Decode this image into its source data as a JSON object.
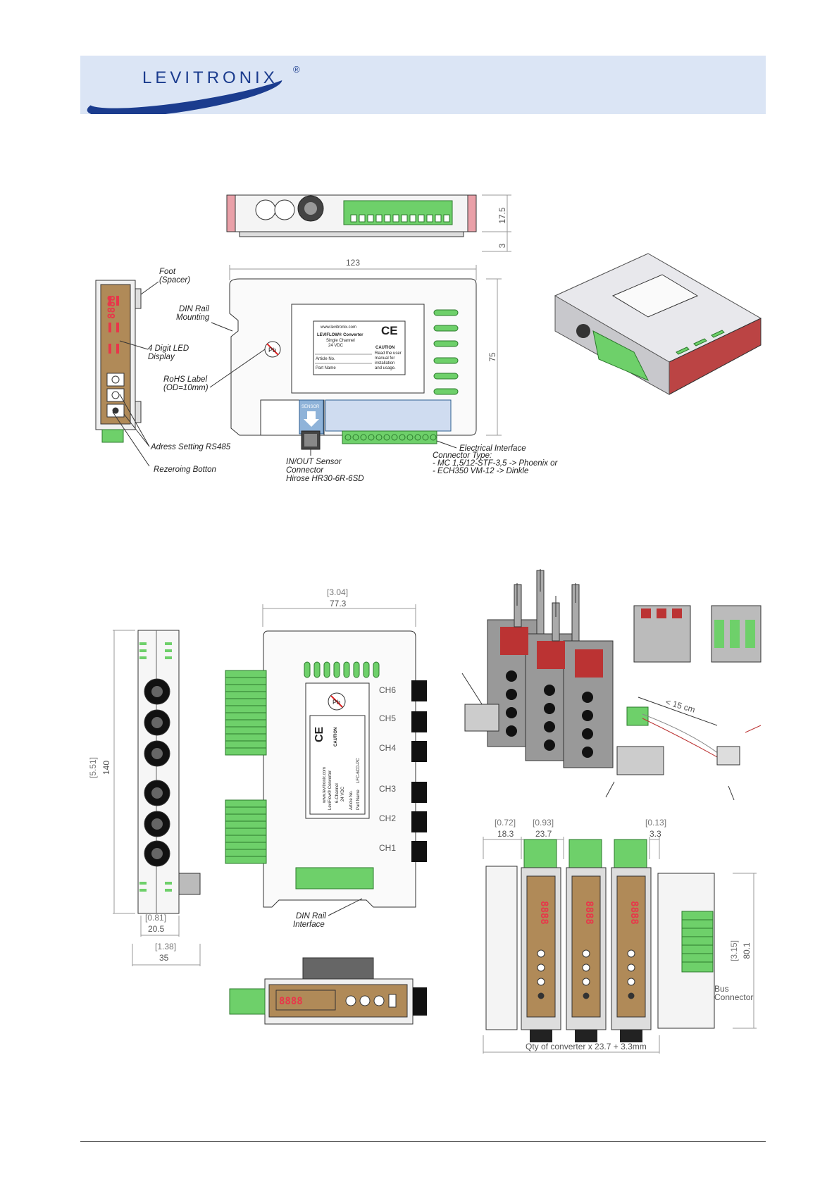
{
  "logo": {
    "text": "LEVITRONIX",
    "mark": "®"
  },
  "top_drawing": {
    "dims": {
      "width": "123",
      "height": "75",
      "side_height": "17.5",
      "side_offset": "3"
    },
    "labels": {
      "foot": "Foot",
      "foot_sub": "(Spacer)",
      "din": "DIN Rail",
      "din_sub": "Mounting",
      "led": "4 Digit LED",
      "led_sub": "Display",
      "rohs": "RoHS Label",
      "rohs_sub": "(OD=10mm)",
      "address": "Adress Setting RS485",
      "rezero": "Rezeroing Botton",
      "sensor_1": "IN/OUT Sensor",
      "sensor_2": "Connector",
      "sensor_3": "Hirose HR30-6R-6SD",
      "elec": "Electrical Interface",
      "conn_type": "Connector Type:",
      "conn_a": "- MC 1,5/12-STF-3,5 -> Phoenix or",
      "conn_b": "- ECH350 VM-12 -> Dinkle"
    },
    "product_label": {
      "url": "www.levitronix.com",
      "name": "LEVIFLOW® Converter",
      "sub": "Single Channel",
      "volt": "24 VDC",
      "article": "Article No.",
      "part": "Part Name",
      "caution": "CAUTION",
      "caution_text_1": "Read the user",
      "caution_text_2": "manual for",
      "caution_text_3": "installation",
      "caution_text_4": "and usage.",
      "ce": "CE",
      "pb": "Pb",
      "sensor_tag": "SENSOR"
    },
    "led_digits": "8888"
  },
  "bottom_drawing": {
    "dims": {
      "side_h_in": "[5.51]",
      "side_h": "140",
      "side_w1_in": "[0.81]",
      "side_w1": "20.5",
      "side_w2_in": "[1.38]",
      "side_w2": "35",
      "front_w_in": "[3.04]",
      "front_w": "77.3",
      "rail_w1_in": "[0.72]",
      "rail_w1": "18.3",
      "rail_w2_in": "[0.93]",
      "rail_w2": "23.7",
      "rail_w3_in": "[0.13]",
      "rail_w3": "3.3",
      "rail_h_in": "[3.15]",
      "rail_h": "80.1",
      "cable": "< 15 cm"
    },
    "channels": [
      "CH6",
      "CH5",
      "CH4",
      "CH3",
      "CH2",
      "CH1"
    ],
    "din_interface_1": "DIN Rail",
    "din_interface_2": "Interface",
    "bus_1": "Bus",
    "bus_2": "Connector",
    "qty": "Qty of converter x 23.7 + 3.3mm",
    "label": {
      "name": "LeviFlow® Converter",
      "sub": "6-Channel",
      "volt": "24 VDC",
      "article": "Article No.",
      "part": "Part Name",
      "part_val": "LFC-6CD-PC",
      "url": "www.levitronix.com",
      "caution": "CAUTION",
      "ce": "CE",
      "pb": "Pb"
    },
    "led_digits": "8888"
  }
}
